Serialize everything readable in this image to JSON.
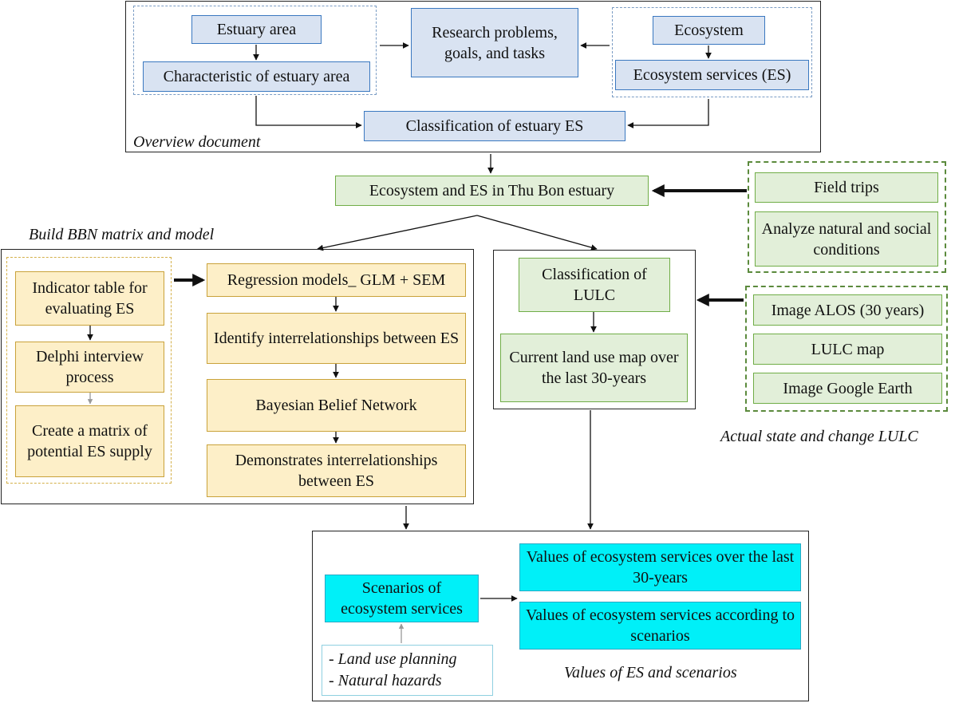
{
  "overview": {
    "caption": "Overview document",
    "estuary_area": "Estuary area",
    "characteristic": "Characteristic of estuary area",
    "research": "Research problems, goals, and tasks",
    "ecosystem": "Ecosystem",
    "ecosystem_services": "Ecosystem services (ES)",
    "classification_es": "Classification of estuary ES"
  },
  "thu_bon": "Ecosystem and ES in Thu Bon estuary",
  "field": {
    "field_trips": "Field trips",
    "analyze": "Analyze natural and social conditions"
  },
  "bbn": {
    "caption": "Build BBN matrix and model",
    "indicator": "Indicator table for evaluating ES",
    "delphi": "Delphi interview process",
    "matrix": "Create a matrix of potential ES supply",
    "regression": "Regression models_ GLM + SEM",
    "identify": "Identify interrelationships between ES",
    "bayesian": "Bayesian Belief Network",
    "demonstrates": "Demonstrates interrelationships between ES"
  },
  "lulc": {
    "classification": "Classification of LULC",
    "current_map": "Current land use map over the last 30-years",
    "alos": "Image ALOS (30 years)",
    "lulc_map": "LULC map",
    "google": "Image Google Earth",
    "caption": "Actual state and change LULC"
  },
  "values": {
    "scenarios": "Scenarios of ecosystem services",
    "values_30": "Values of ecosystem services over the last 30-years",
    "values_scen": "Values of ecosystem services according to scenarios",
    "note_1": "- Land use planning",
    "note_2": "- Natural hazards",
    "caption": "Values of ES and scenarios"
  },
  "colors": {
    "blue_fill": "#d9e3f2",
    "green_fill": "#e2efd9",
    "yellow_fill": "#fdefc8",
    "cyan_fill": "#00f0f8"
  }
}
